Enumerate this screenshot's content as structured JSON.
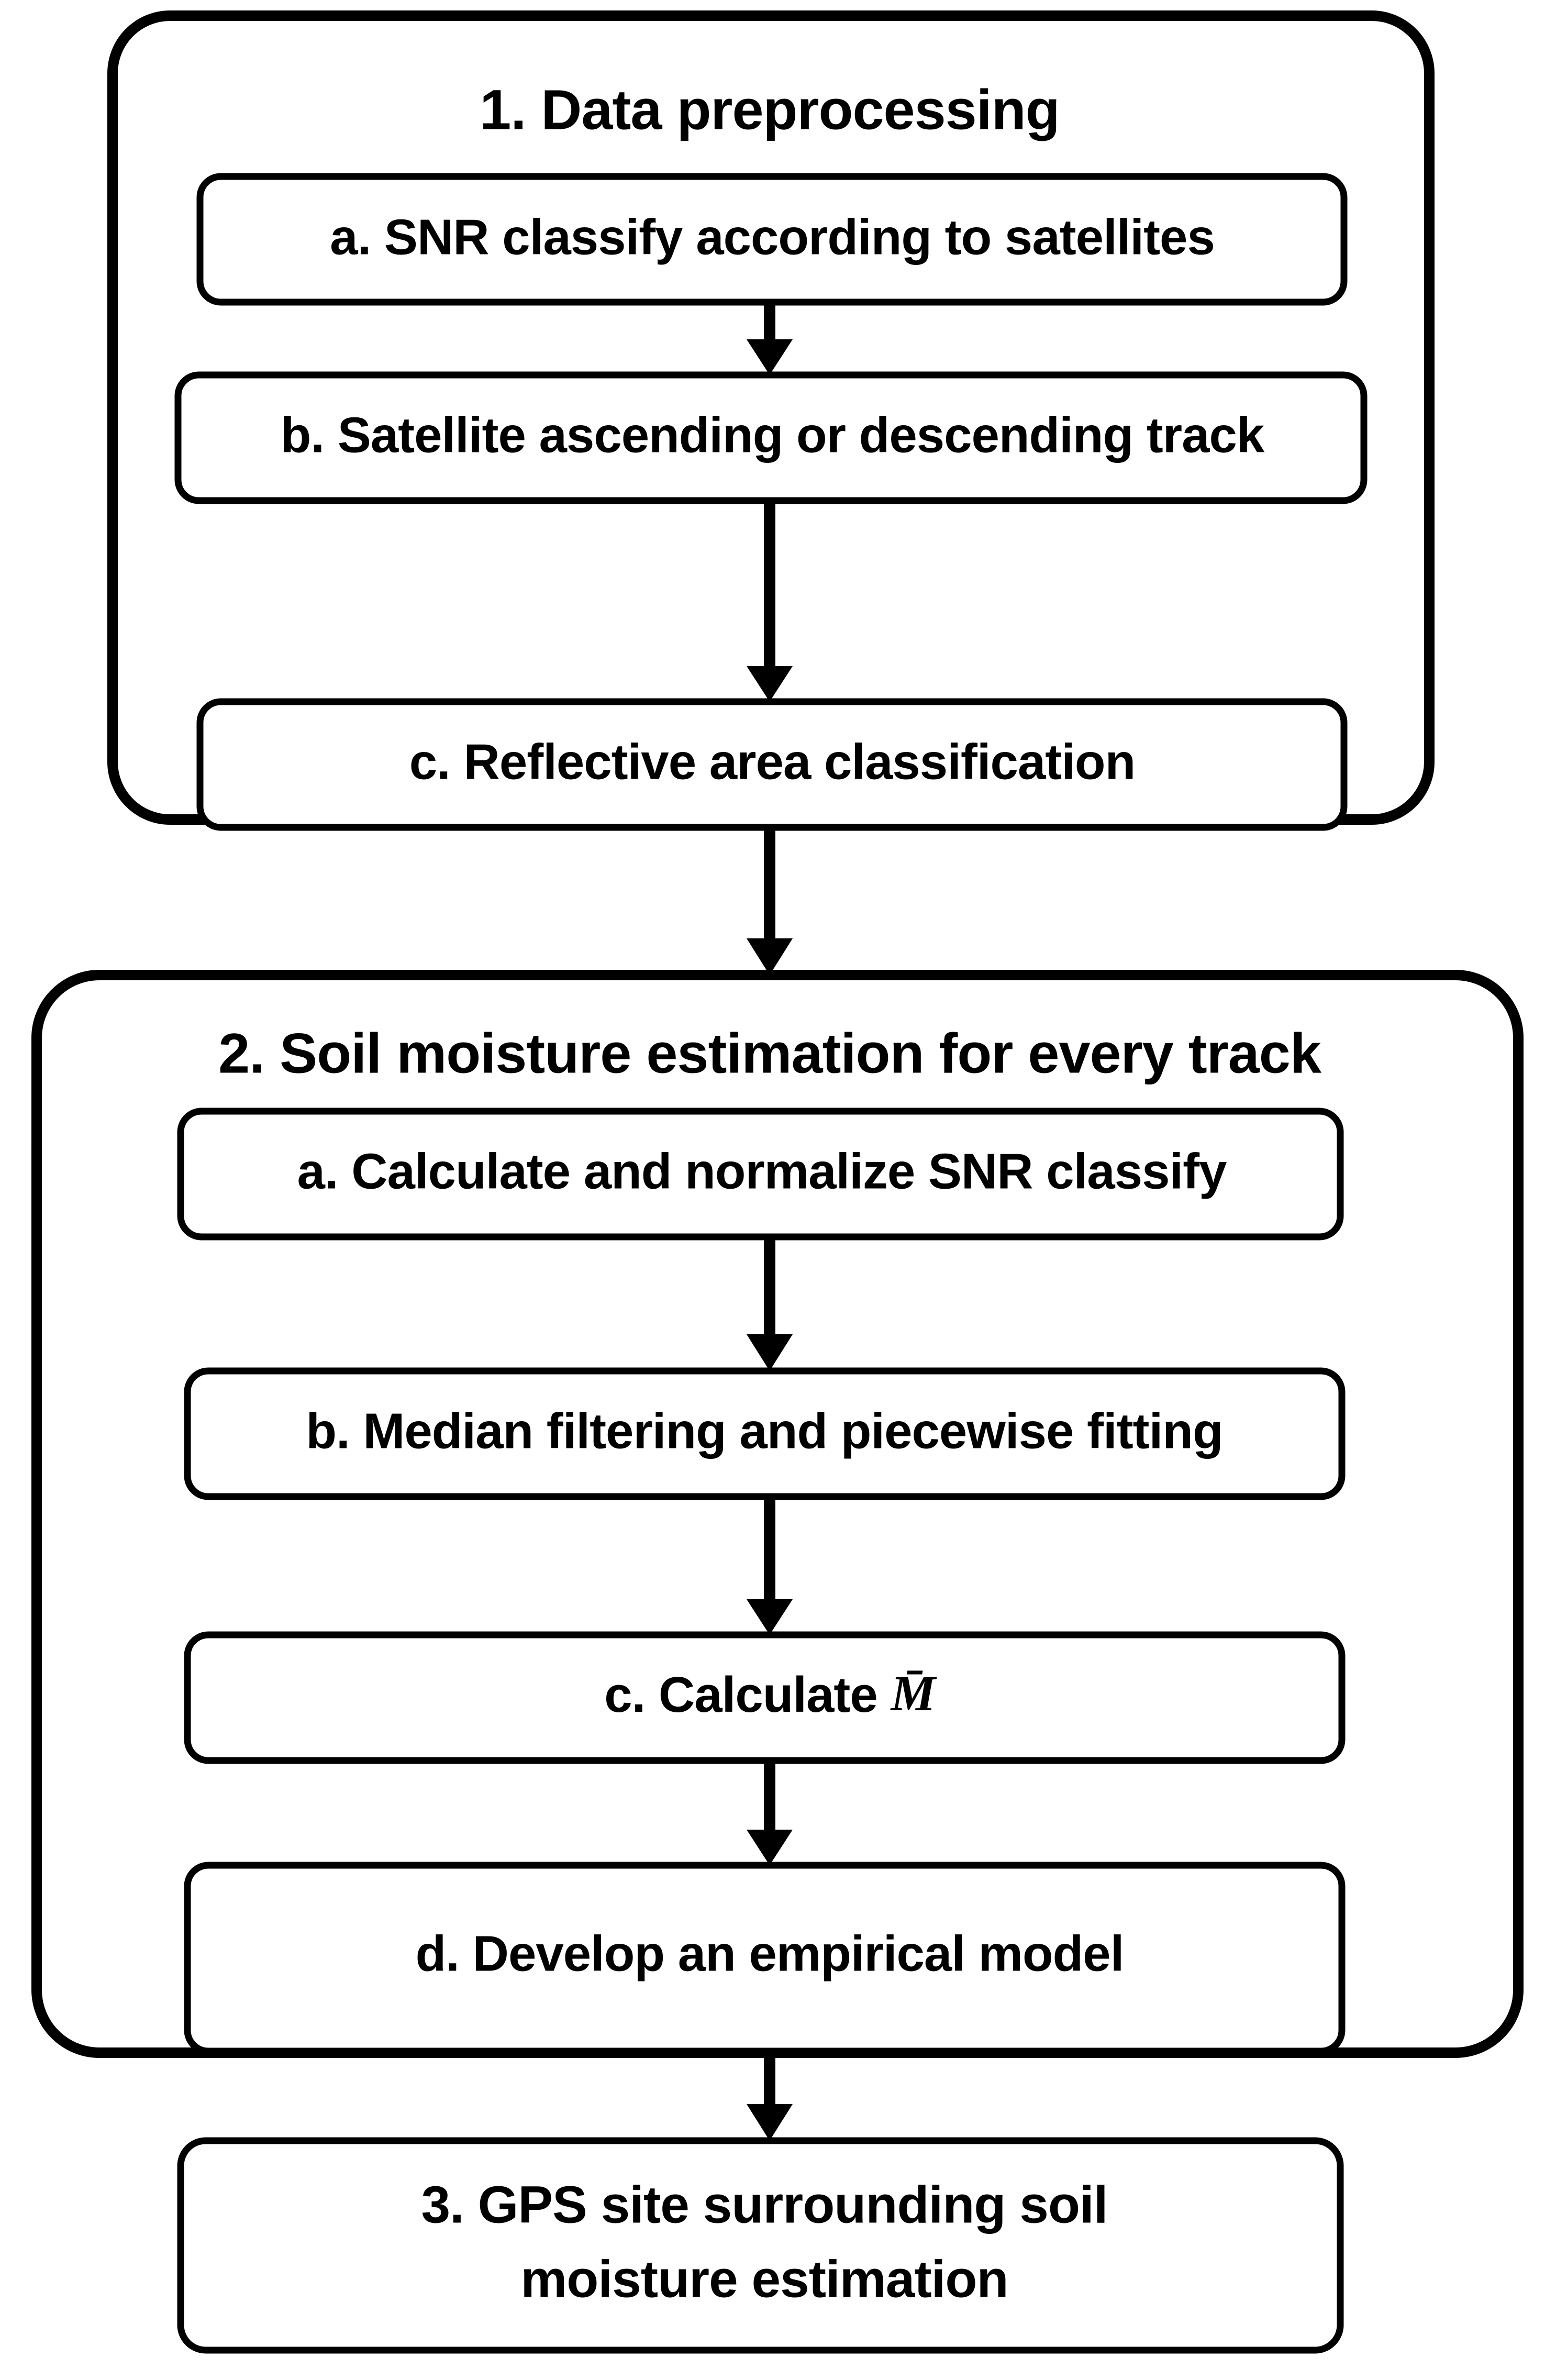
{
  "diagram": {
    "type": "flowchart",
    "title_implicit": "",
    "background_color": "#ffffff",
    "line_color": "#000000",
    "groups": [
      {
        "id": "group-1",
        "title": "1. Data preprocessing",
        "steps": [
          {
            "id": "g1-a",
            "label": "a. SNR classify according to satellites"
          },
          {
            "id": "g1-b",
            "label": "b. Satellite ascending or descending track"
          },
          {
            "id": "g1-c",
            "label": "c. Reflective area classification"
          }
        ]
      },
      {
        "id": "group-2",
        "title": "2. Soil moisture estimation for every track",
        "steps": [
          {
            "id": "g2-a",
            "label": "a. Calculate and normalize SNR classify"
          },
          {
            "id": "g2-b",
            "label": "b. Median filtering and piecewise fitting"
          },
          {
            "id": "g2-c",
            "label": "c. Calculate ",
            "math_symbol": "M",
            "math_accent": "overbar"
          },
          {
            "id": "g2-d",
            "label": "d. Develop an empirical model"
          }
        ]
      }
    ],
    "final_step": {
      "id": "step-3",
      "line1": "3. GPS site surrounding soil",
      "line2": "moisture estimation"
    },
    "connectors": [
      {
        "from": "g1-a",
        "to": "g1-b",
        "direction": "down"
      },
      {
        "from": "g1-b",
        "to": "g1-c",
        "direction": "down"
      },
      {
        "from": "group-1",
        "to": "group-2",
        "direction": "down"
      },
      {
        "from": "g2-a",
        "to": "g2-b",
        "direction": "down"
      },
      {
        "from": "g2-b",
        "to": "g2-c",
        "direction": "down"
      },
      {
        "from": "g2-c",
        "to": "g2-d",
        "direction": "down"
      },
      {
        "from": "g2-d",
        "to": "step-3",
        "direction": "down"
      }
    ]
  }
}
